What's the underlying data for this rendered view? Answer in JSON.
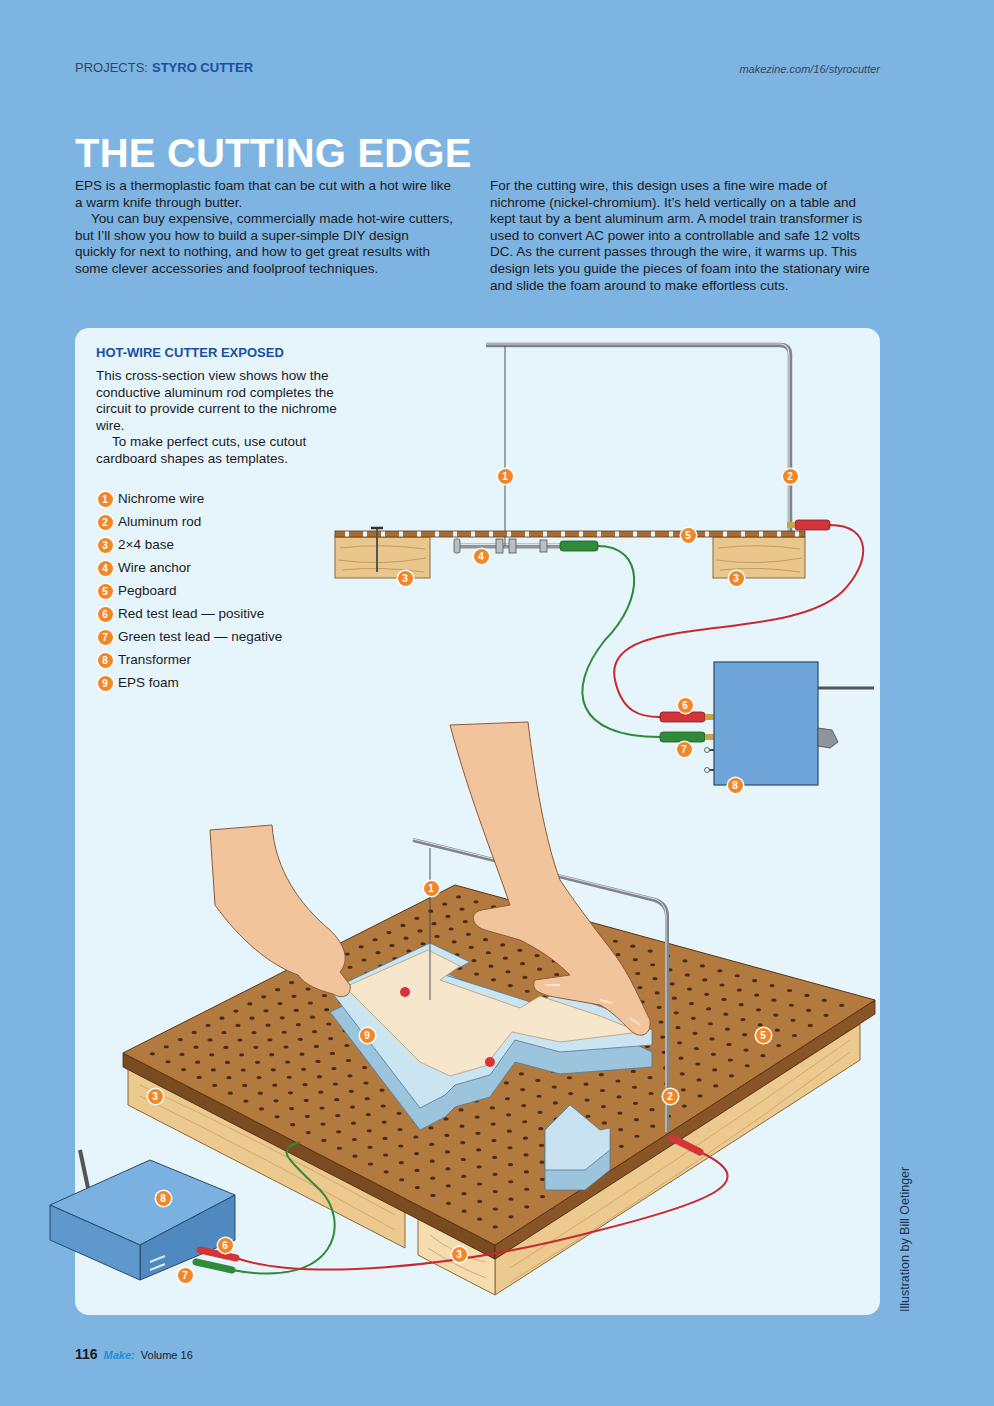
{
  "diagram": {
    "title": "THE CUTTING EDGE",
    "nodes": [
      {
        "text": [
          "HOT-WIRE CUTTER EXPOSED",
          "This cross-section view shows how the conductive aluminum rod completes the circuit to provide current to the nichrome wire.",
          "To make perfect cuts, use cutout cardboard shapes as templates."
        ]
      }
    ],
    "labels": [
      "PROJECTS:",
      "STYRO CUTTER",
      "makezine.com/16/styrocutter",
      "EPS is a thermoplastic foam that can be cut with a hot wire like a warm knife through butter.",
      "You can buy expensive, commercially made hot-wire cutters, but I’ll show you how to build a super-simple DIY design quickly for next to nothing, and how to get great results with some clever accessories and foolproof techniques.",
      "For the cutting wire, this design uses a fine wire made of nichrome (nickel-chromium). It’s held vertically on a table and kept taut by a bent aluminum arm. A model train transformer is used to convert AC power into a controllable and safe 12 volts DC. As the current passes through the wire, it warms up. This design lets you guide the pieces of foam into the stationary wire and slide the foam around to make effortless cuts.",
      "1",
      "2",
      "3",
      "4",
      "5",
      "6",
      "7",
      "8",
      "9",
      "1",
      "2",
      "5",
      "4",
      "3",
      "3",
      "6",
      "7",
      "8",
      "1",
      "9",
      "5",
      "3",
      "2",
      "3",
      "8",
      "6",
      "7",
      "116",
      "Make:",
      "Volume 16",
      "Illustration by Bill Oetinger"
    ],
    "legend": [
      {
        "text": "Nichrome wire"
      },
      {
        "text": "Aluminum rod"
      },
      {
        "text": "2×4 base"
      },
      {
        "text": "Wire anchor"
      },
      {
        "text": "Pegboard"
      },
      {
        "text": "Red test lead — positive"
      },
      {
        "text": "Green test lead — negative"
      },
      {
        "text": "Transformer"
      },
      {
        "text": "EPS foam"
      }
    ]
  }
}
